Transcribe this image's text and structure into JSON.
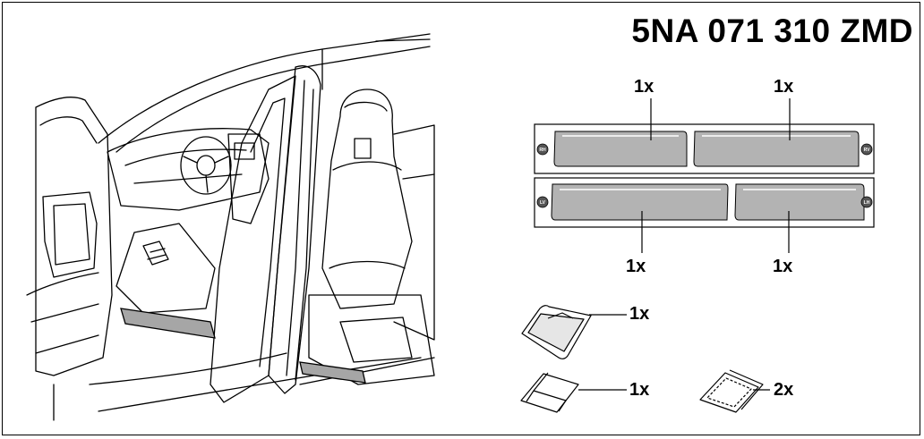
{
  "part_number": "5NA 071 310 ZMD",
  "strip_quantities": {
    "top_left": "1x",
    "top_right": "1x",
    "bottom_left": "1x",
    "bottom_right": "1x"
  },
  "corner_labels": {
    "top_left": "RH",
    "top_right": "RV",
    "bottom_left": "LV",
    "bottom_right": "LH"
  },
  "accessory_quantities": {
    "wipe": "1x",
    "squeegee": "1x",
    "cloth": "2x"
  },
  "colors": {
    "strip_fill": "#b3b3b3",
    "sill_fill": "#a6a6a6",
    "line": "#000000"
  }
}
